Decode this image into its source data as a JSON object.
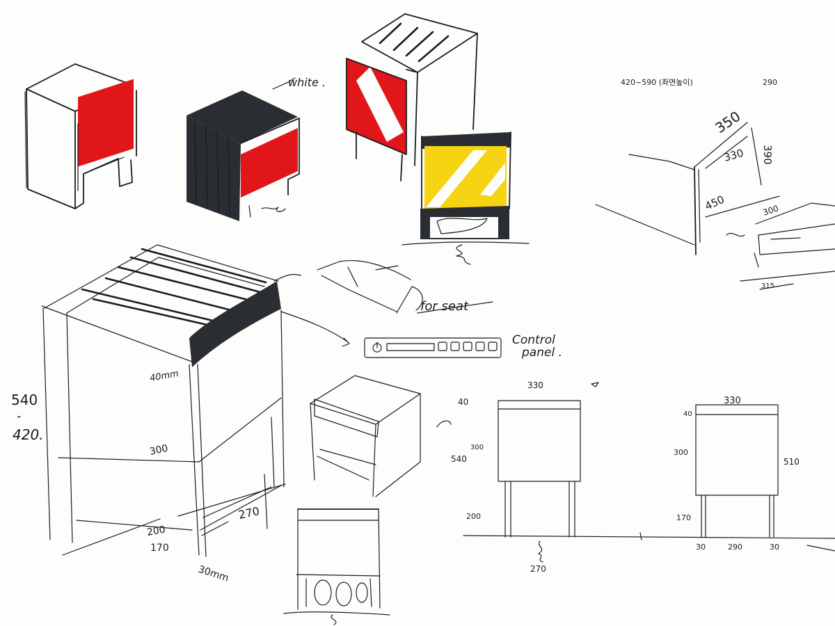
{
  "colors": {
    "paper": "#fdfdfc",
    "ink": "#1a1a1a",
    "marker_red": "#e0161a",
    "marker_yellow": "#f4d413",
    "marker_black": "#2a2e33"
  },
  "annotations": {
    "white": "white .",
    "for_seat": "for seat",
    "control_panel_1": "Control",
    "control_panel_2": "panel .",
    "top_note": "420~590 (좌면높이)",
    "top_note_right": "290"
  },
  "dimensions": {
    "iso": {
      "d350": "350",
      "d330": "330",
      "d390": "390",
      "d450": "450",
      "d300": "300",
      "d315": "315"
    },
    "main_box": {
      "h540": "540",
      "dash": "-",
      "h420": "420.",
      "top40": "40mm",
      "mid300": "300",
      "low200": "200",
      "low170": "170",
      "depth270": "270",
      "foot30": "30mm"
    },
    "front_left": {
      "width": "330",
      "top": "40",
      "mid": "300",
      "total": "540",
      "legs": "200",
      "bottom": "270"
    },
    "front_right": {
      "width": "330",
      "top": "40",
      "mid": "300",
      "total": "510",
      "legs": "170",
      "left_leg": "30",
      "between": "290",
      "right_leg": "30"
    }
  }
}
